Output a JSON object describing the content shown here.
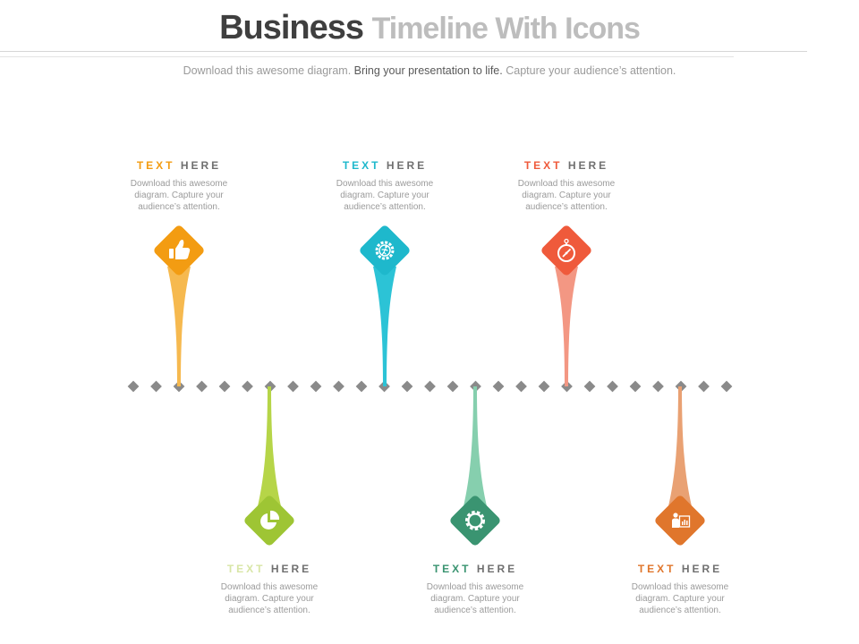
{
  "header": {
    "title_main": "Business",
    "title_sub": "Timeline With Icons",
    "subtitle_part1": "Download this awesome diagram.",
    "subtitle_part2": "Bring your presentation to life.",
    "subtitle_part3": "Capture your audience’s attention."
  },
  "milestones": [
    {
      "label_colored": "TEXT",
      "label_plain": "HERE",
      "desc": "Download this awesome diagram. Capture your audience’s attention.",
      "icon": "thumbs-up-icon",
      "color": "#f39c12",
      "stem_color": "#f6b94f"
    },
    {
      "label_colored": "TEXT",
      "label_plain": "HERE",
      "desc": "Download this awesome diagram. Capture your audience’s attention.",
      "icon": "pie-chart-icon",
      "color": "#9ec534",
      "stem_color": "#b6d548"
    },
    {
      "label_colored": "TEXT",
      "label_plain": "HERE",
      "desc": "Download this awesome diagram. Capture your audience’s attention.",
      "icon": "runner-gear-icon",
      "color": "#1eb8cc",
      "stem_color": "#2cc3d6"
    },
    {
      "label_colored": "TEXT",
      "label_plain": "HERE",
      "desc": "Download this awesome diagram. Capture your audience’s attention.",
      "icon": "gear-icon",
      "color": "#3a9471",
      "stem_color": "#86cfae"
    },
    {
      "label_colored": "TEXT",
      "label_plain": "HERE",
      "desc": "Download this awesome diagram. Capture your audience’s attention.",
      "icon": "stopwatch-icon",
      "color": "#ef5a3b",
      "stem_color": "#f39783"
    },
    {
      "label_colored": "TEXT",
      "label_plain": "HERE",
      "desc": "Download this awesome diagram. Capture your audience’s attention.",
      "icon": "presenter-icon",
      "color": "#e0762c",
      "stem_color": "#e9a173"
    }
  ],
  "label_colors": [
    "#f39c12",
    "#d8e6a6",
    "#1eb8cc",
    "#3a9471",
    "#ef5a3b",
    "#e0762c"
  ],
  "dot_color": "#8a8a8a"
}
